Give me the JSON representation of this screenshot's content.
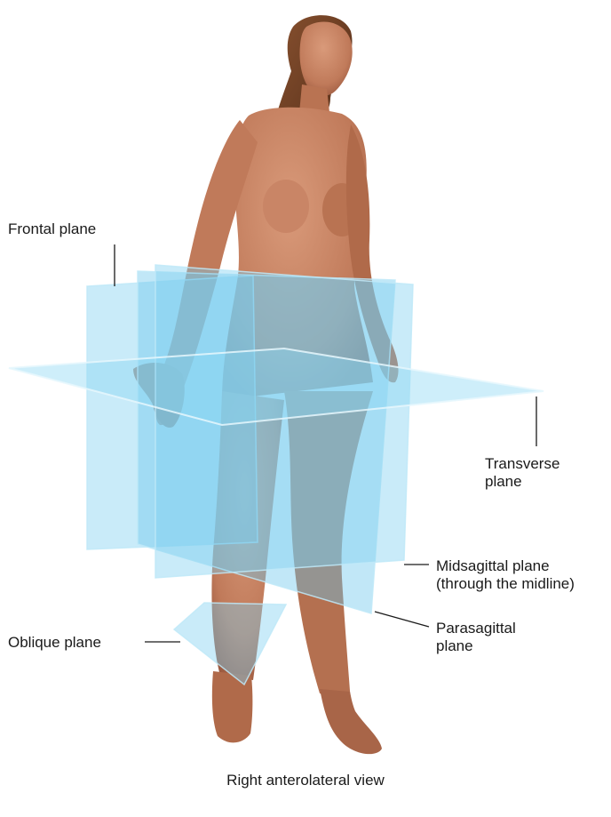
{
  "labels": {
    "frontal": "Frontal plane",
    "transverse_line1": "Transverse",
    "transverse_line2": "plane",
    "midsagittal_line1": "Midsagittal plane",
    "midsagittal_line2": "(through the midline)",
    "parasagittal_line1": "Parasagittal",
    "parasagittal_line2": "plane",
    "oblique": "Oblique plane"
  },
  "caption": "Right anterolateral view",
  "colors": {
    "skin": "#c98566",
    "skin_shadow": "#9c5a40",
    "hair": "#6b3d24",
    "plane_fill": "#7fd0f0",
    "plane_edge": "#bfe9f8",
    "leader_line": "#1a1a1a"
  }
}
